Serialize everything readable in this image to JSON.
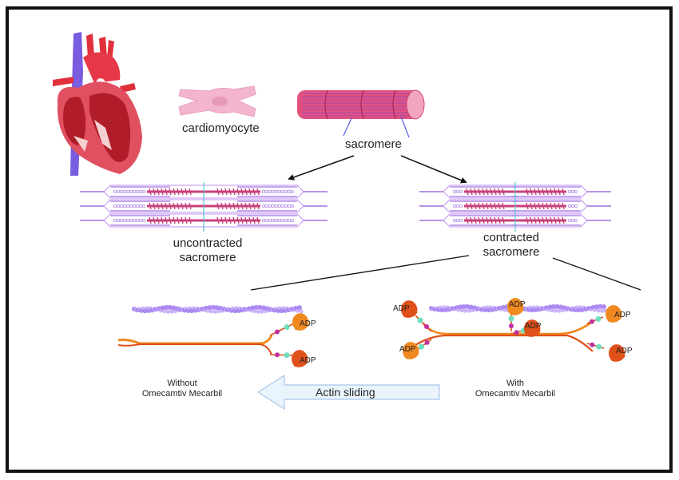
{
  "labels": {
    "cardiomyocyte": "cardiomyocyte",
    "sarcomere": "sacromere",
    "uncontracted": [
      "uncontracted",
      "sacromere"
    ],
    "contracted": [
      "contracted",
      "sacromere"
    ],
    "without": [
      "Without",
      "Omecamtiv Mecarbil"
    ],
    "with": [
      "With",
      "Omecamtiv Mecarbil"
    ],
    "actin_sliding": "Actin sliding",
    "adp": "ADP"
  },
  "colors": {
    "frame": "#111111",
    "heart_red": "#e0303c",
    "heart_dark": "#a8101c",
    "vein_blue": "#7a5ce0",
    "cell_pink": "#f3b4cf",
    "myosin_magenta": "#c8407a",
    "titin_purple": "#a070e0",
    "zline_teal": "#5ac4d6",
    "actin_lavender": "#a47ff0",
    "myosin_orange": "#f08a20",
    "myosin_red": "#e0501a",
    "lever_mint": "#6ee0c0",
    "arrow_fill": "#eaf4fc",
    "arrow_stroke": "#a8c8ec"
  }
}
